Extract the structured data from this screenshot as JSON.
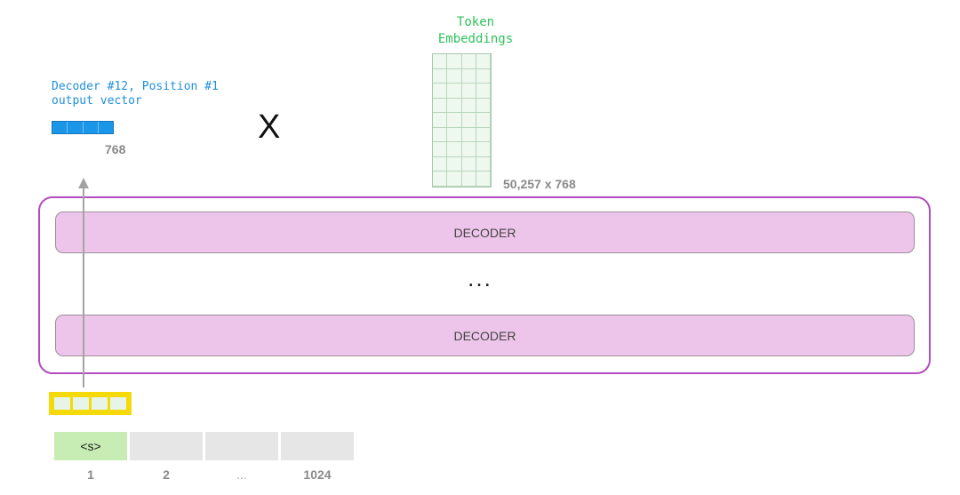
{
  "token_embeddings": {
    "title": "Token\nEmbeddings",
    "dims": "50,257 x 768",
    "color": "#2fc25b"
  },
  "output_vector": {
    "label": "Decoder #12, Position #1\noutput vector",
    "dim": "768",
    "color": "#1a96e8"
  },
  "operator": "X",
  "decoder_stack": {
    "border_color": "#b34cbf",
    "top_label": "DECODER",
    "ellipsis": "...",
    "bottom_label": "DECODER"
  },
  "tokens": [
    {
      "text": "<s>",
      "position": "1"
    },
    {
      "text": "",
      "position": "2"
    },
    {
      "text": "",
      "position": "..."
    },
    {
      "text": "",
      "position": "1024"
    }
  ]
}
